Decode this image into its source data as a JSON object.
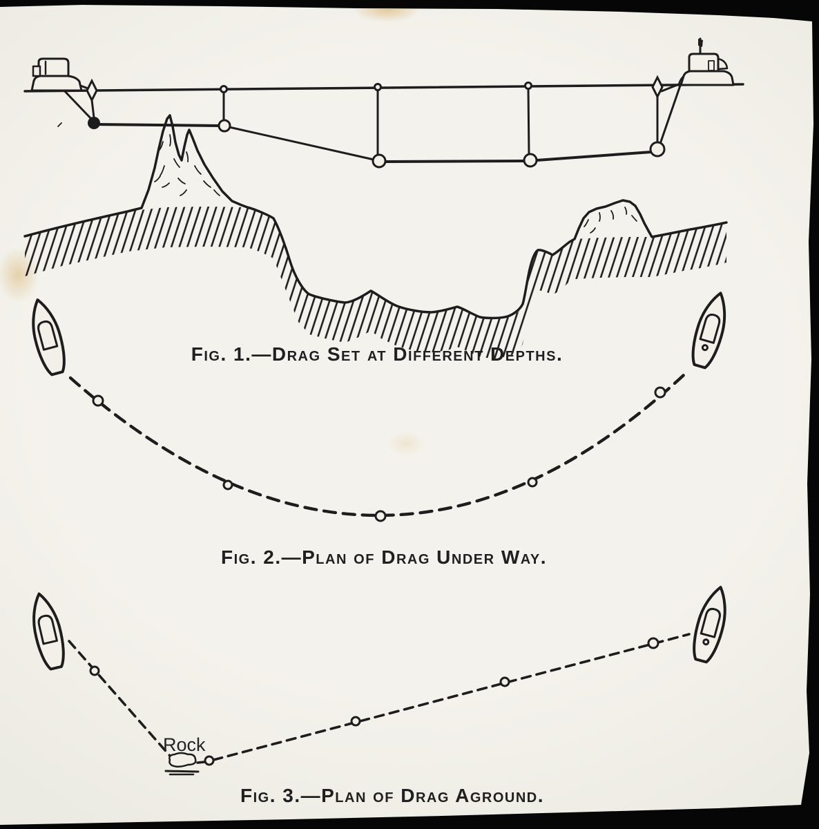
{
  "document": {
    "type": "scanned-engraving",
    "paper_color": "#f2f0e9",
    "ink_color": "#1d1d1d",
    "border_color": "#060606"
  },
  "figures": [
    {
      "number": "1",
      "caption": "Fig. 1.—Drag Set at Different Depths.",
      "subject": "side elevation of wire drag suspended between two boats at different depths over uneven seafloor"
    },
    {
      "number": "2",
      "caption": "Fig. 2.—Plan of Drag Under Way.",
      "subject": "plan view of two boats towing drag line in catenary with five buoys"
    },
    {
      "number": "3",
      "caption": "Fig. 3.—Plan of Drag Aground.",
      "subject": "plan view of drag line snagged on a rock between two boats"
    }
  ],
  "labels": {
    "rock": "Rock"
  }
}
